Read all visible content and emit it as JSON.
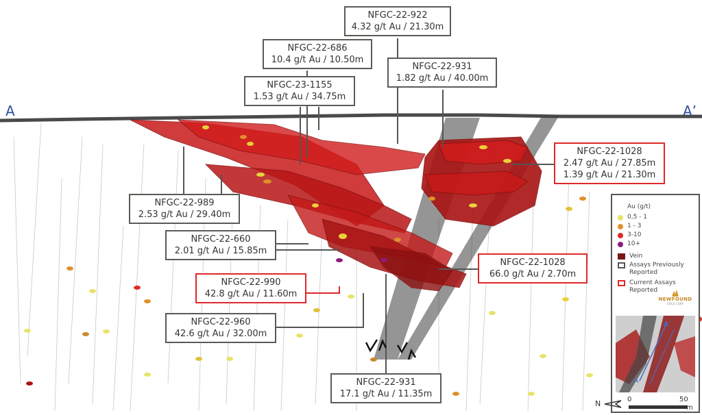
{
  "section": {
    "start_label": "A",
    "end_label": "A’"
  },
  "callouts": [
    {
      "id": "nfgc-22-922",
      "hole": "NFGC-22-922",
      "grade": "4.32 g/t Au / 21.30m",
      "type": "previous"
    },
    {
      "id": "nfgc-22-686",
      "hole": "NFGC-22-686",
      "grade": "10.4 g/t Au / 10.50m",
      "type": "previous"
    },
    {
      "id": "nfgc-22-931-top",
      "hole": "NFGC-22-931",
      "grade": "1.82 g/t Au / 40.00m",
      "type": "previous"
    },
    {
      "id": "nfgc-23-1155",
      "hole": "NFGC-23-1155",
      "grade": "1.53 g/t Au / 34.75m",
      "type": "previous"
    },
    {
      "id": "nfgc-22-1028-a",
      "hole": "NFGC-22-1028",
      "grade": "2.47 g/t Au / 27.85m",
      "grade2": "1.39 g/t Au / 21.30m",
      "type": "current"
    },
    {
      "id": "nfgc-22-989",
      "hole": "NFGC-22-989",
      "grade": "2.53 g/t Au / 29.40m",
      "type": "previous"
    },
    {
      "id": "nfgc-22-660",
      "hole": "NFGC-22-660",
      "grade": "2.01 g/t Au / 15.85m",
      "type": "previous"
    },
    {
      "id": "nfgc-22-1028-b",
      "hole": "NFGC-22-1028",
      "grade": "66.0 g/t Au / 2.70m",
      "type": "current"
    },
    {
      "id": "nfgc-22-990",
      "hole": "NFGC-22-990",
      "grade": "42.8 g/t Au / 11.60m",
      "type": "current"
    },
    {
      "id": "nfgc-22-960",
      "hole": "NFGC-22-960",
      "grade": "42.6 g/t Au / 32.00m",
      "type": "previous"
    },
    {
      "id": "nfgc-22-931-bot",
      "hole": "NFGC-22-931",
      "grade": "17.1 g/t Au / 11.35m",
      "type": "previous"
    }
  ],
  "legend": {
    "title": "Au (g/t)",
    "grades": [
      {
        "label": "0,5 - 1",
        "color": "#e9e26a"
      },
      {
        "label": "1 - 3",
        "color": "#e0902c"
      },
      {
        "label": "3-10",
        "color": "#e02a22"
      },
      {
        "label": "10+",
        "color": "#8e1a7e"
      }
    ],
    "vein": {
      "label": "Vein",
      "color": "#7a1616"
    },
    "previous": {
      "label": "Assays Previously Reported",
      "color": "#555555"
    },
    "current": {
      "label": "Current Assays Reported",
      "color": "#e0262a"
    },
    "logo": {
      "name": "NEWFOUND",
      "sub": "GOLD CORP"
    },
    "inset": {
      "start_label": "A",
      "end_label": "A’"
    }
  },
  "scale": {
    "start": "0",
    "end": "50",
    "unit": "m"
  },
  "north": "N",
  "colors": {
    "vein": "#c81a1a",
    "vein_dark": "#8a1010",
    "fault": "#3e3e3e",
    "topo": "#4a4a4a",
    "end_label": "#2d4f9a"
  }
}
